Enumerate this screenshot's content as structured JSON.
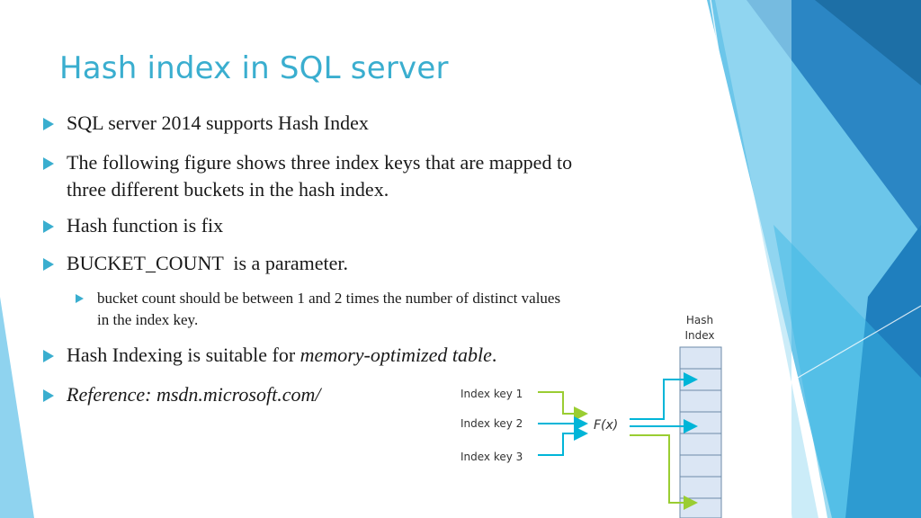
{
  "slide": {
    "title": "Hash index in SQL server",
    "bullets": [
      {
        "text": "SQL server 2014 supports Hash Index"
      },
      {
        "line1": "The following figure shows three index keys that are mapped to",
        "line2": "three different buckets in the hash index."
      },
      {
        "text": "Hash function is fix"
      },
      {
        "text": "BUCKET_COUNT  is a parameter."
      },
      {
        "line1": "bucket count should be between 1 and 2 times the number of distinct values",
        "line2": "in the index key."
      },
      {
        "prefix": "Hash Indexing is suitable for ",
        "emphasis": "memory-optimized table",
        "suffix": "."
      },
      {
        "text": "Reference: msdn.microsoft.com/"
      }
    ]
  },
  "diagram": {
    "header_line1": "Hash",
    "header_line2": "Index",
    "keys": [
      "Index key 1",
      "Index key 2",
      "Index key 3"
    ],
    "function_label": "F(x)",
    "colors": {
      "key1": "#9acd32",
      "key2": "#00b5d8",
      "key3": "#00b5d8",
      "out_top": "#00b5d8",
      "out_mid": "#00b5d8",
      "out_low": "#9acd32",
      "bucket_fill": "#dbe6f4"
    }
  },
  "theme": {
    "accent": "#3aaecf",
    "dark_blue": "#1f6ea3",
    "light_blue": "#8fd3ef"
  }
}
